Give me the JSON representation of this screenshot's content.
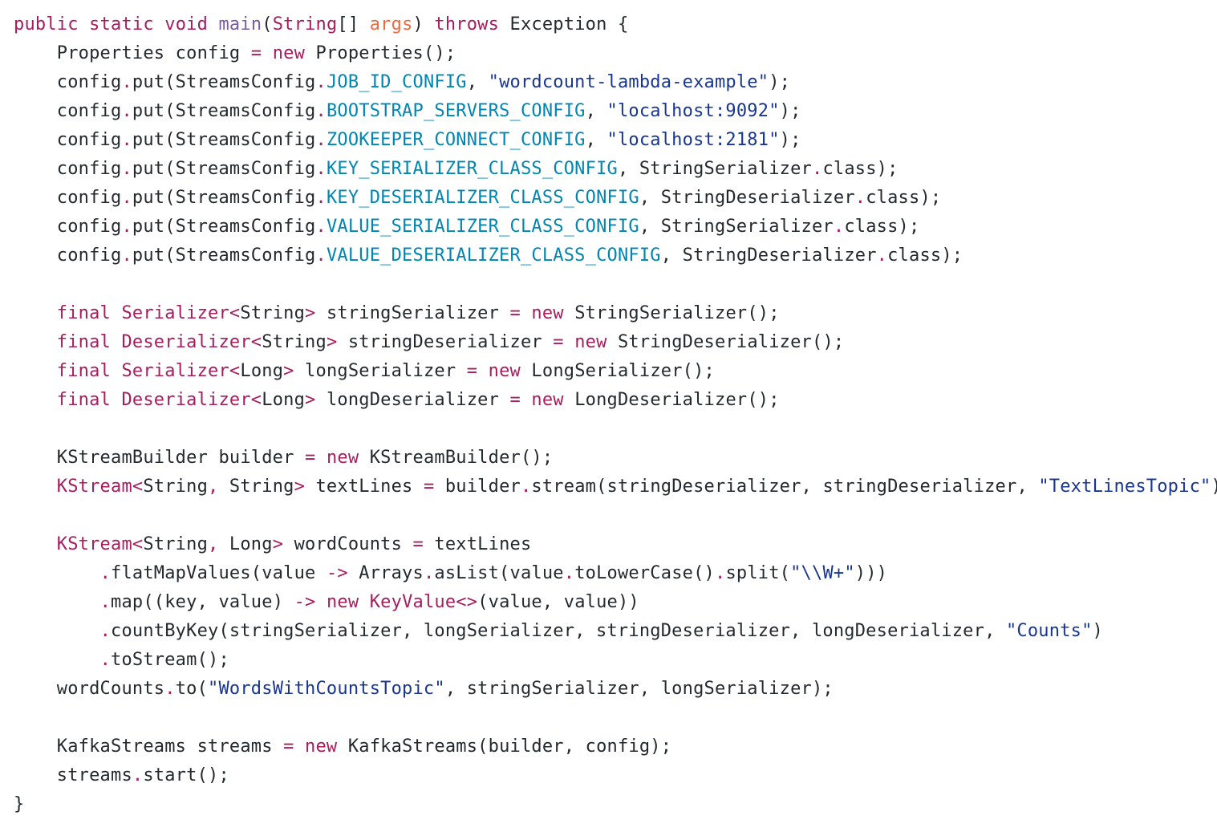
{
  "colors": {
    "background": "#ffffff",
    "text": "#24292e",
    "keyword": "#a71d5d",
    "entity": "#795da3",
    "variable": "#ed6a43",
    "constant": "#0086b3",
    "string": "#183691"
  },
  "code": {
    "language": "java",
    "lines": [
      [
        [
          "kw",
          "public"
        ],
        [
          "txt",
          " "
        ],
        [
          "kw",
          "static"
        ],
        [
          "txt",
          " "
        ],
        [
          "kw",
          "void"
        ],
        [
          "txt",
          " "
        ],
        [
          "ent",
          "main"
        ],
        [
          "txt",
          "("
        ],
        [
          "kw",
          "String"
        ],
        [
          "txt",
          "[] "
        ],
        [
          "var",
          "args"
        ],
        [
          "txt",
          ") "
        ],
        [
          "kw",
          "throws"
        ],
        [
          "txt",
          " Exception {"
        ]
      ],
      [
        [
          "txt",
          "    Properties config "
        ],
        [
          "op",
          "="
        ],
        [
          "txt",
          " "
        ],
        [
          "kw",
          "new"
        ],
        [
          "txt",
          " Properties();"
        ]
      ],
      [
        [
          "txt",
          "    config"
        ],
        [
          "op",
          "."
        ],
        [
          "txt",
          "put(StreamsConfig"
        ],
        [
          "op",
          "."
        ],
        [
          "cst",
          "JOB_ID_CONFIG"
        ],
        [
          "txt",
          ", "
        ],
        [
          "str",
          "\"wordcount-lambda-example\""
        ],
        [
          "txt",
          ");"
        ]
      ],
      [
        [
          "txt",
          "    config"
        ],
        [
          "op",
          "."
        ],
        [
          "txt",
          "put(StreamsConfig"
        ],
        [
          "op",
          "."
        ],
        [
          "cst",
          "BOOTSTRAP_SERVERS_CONFIG"
        ],
        [
          "txt",
          ", "
        ],
        [
          "str",
          "\"localhost:9092\""
        ],
        [
          "txt",
          ");"
        ]
      ],
      [
        [
          "txt",
          "    config"
        ],
        [
          "op",
          "."
        ],
        [
          "txt",
          "put(StreamsConfig"
        ],
        [
          "op",
          "."
        ],
        [
          "cst",
          "ZOOKEEPER_CONNECT_CONFIG"
        ],
        [
          "txt",
          ", "
        ],
        [
          "str",
          "\"localhost:2181\""
        ],
        [
          "txt",
          ");"
        ]
      ],
      [
        [
          "txt",
          "    config"
        ],
        [
          "op",
          "."
        ],
        [
          "txt",
          "put(StreamsConfig"
        ],
        [
          "op",
          "."
        ],
        [
          "cst",
          "KEY_SERIALIZER_CLASS_CONFIG"
        ],
        [
          "txt",
          ", StringSerializer"
        ],
        [
          "op",
          "."
        ],
        [
          "txt",
          "class);"
        ]
      ],
      [
        [
          "txt",
          "    config"
        ],
        [
          "op",
          "."
        ],
        [
          "txt",
          "put(StreamsConfig"
        ],
        [
          "op",
          "."
        ],
        [
          "cst",
          "KEY_DESERIALIZER_CLASS_CONFIG"
        ],
        [
          "txt",
          ", StringDeserializer"
        ],
        [
          "op",
          "."
        ],
        [
          "txt",
          "class);"
        ]
      ],
      [
        [
          "txt",
          "    config"
        ],
        [
          "op",
          "."
        ],
        [
          "txt",
          "put(StreamsConfig"
        ],
        [
          "op",
          "."
        ],
        [
          "cst",
          "VALUE_SERIALIZER_CLASS_CONFIG"
        ],
        [
          "txt",
          ", StringSerializer"
        ],
        [
          "op",
          "."
        ],
        [
          "txt",
          "class);"
        ]
      ],
      [
        [
          "txt",
          "    config"
        ],
        [
          "op",
          "."
        ],
        [
          "txt",
          "put(StreamsConfig"
        ],
        [
          "op",
          "."
        ],
        [
          "cst",
          "VALUE_DESERIALIZER_CLASS_CONFIG"
        ],
        [
          "txt",
          ", StringDeserializer"
        ],
        [
          "op",
          "."
        ],
        [
          "txt",
          "class);"
        ]
      ],
      [],
      [
        [
          "txt",
          "    "
        ],
        [
          "kw",
          "final"
        ],
        [
          "txt",
          " "
        ],
        [
          "kw",
          "Serializer<"
        ],
        [
          "txt",
          "String"
        ],
        [
          "kw",
          ">"
        ],
        [
          "txt",
          " stringSerializer "
        ],
        [
          "op",
          "="
        ],
        [
          "txt",
          " "
        ],
        [
          "kw",
          "new"
        ],
        [
          "txt",
          " StringSerializer();"
        ]
      ],
      [
        [
          "txt",
          "    "
        ],
        [
          "kw",
          "final"
        ],
        [
          "txt",
          " "
        ],
        [
          "kw",
          "Deserializer<"
        ],
        [
          "txt",
          "String"
        ],
        [
          "kw",
          ">"
        ],
        [
          "txt",
          " stringDeserializer "
        ],
        [
          "op",
          "="
        ],
        [
          "txt",
          " "
        ],
        [
          "kw",
          "new"
        ],
        [
          "txt",
          " StringDeserializer();"
        ]
      ],
      [
        [
          "txt",
          "    "
        ],
        [
          "kw",
          "final"
        ],
        [
          "txt",
          " "
        ],
        [
          "kw",
          "Serializer<"
        ],
        [
          "txt",
          "Long"
        ],
        [
          "kw",
          ">"
        ],
        [
          "txt",
          " longSerializer "
        ],
        [
          "op",
          "="
        ],
        [
          "txt",
          " "
        ],
        [
          "kw",
          "new"
        ],
        [
          "txt",
          " LongSerializer();"
        ]
      ],
      [
        [
          "txt",
          "    "
        ],
        [
          "kw",
          "final"
        ],
        [
          "txt",
          " "
        ],
        [
          "kw",
          "Deserializer<"
        ],
        [
          "txt",
          "Long"
        ],
        [
          "kw",
          ">"
        ],
        [
          "txt",
          " longDeserializer "
        ],
        [
          "op",
          "="
        ],
        [
          "txt",
          " "
        ],
        [
          "kw",
          "new"
        ],
        [
          "txt",
          " LongDeserializer();"
        ]
      ],
      [],
      [
        [
          "txt",
          "    KStreamBuilder builder "
        ],
        [
          "op",
          "="
        ],
        [
          "txt",
          " "
        ],
        [
          "kw",
          "new"
        ],
        [
          "txt",
          " KStreamBuilder();"
        ]
      ],
      [
        [
          "txt",
          "    "
        ],
        [
          "kw",
          "KStream<"
        ],
        [
          "txt",
          "String"
        ],
        [
          "kw",
          ","
        ],
        [
          "txt",
          " String"
        ],
        [
          "kw",
          ">"
        ],
        [
          "txt",
          " textLines "
        ],
        [
          "op",
          "="
        ],
        [
          "txt",
          " builder"
        ],
        [
          "op",
          "."
        ],
        [
          "txt",
          "stream(stringDeserializer, stringDeserializer, "
        ],
        [
          "str",
          "\"TextLinesTopic\""
        ],
        [
          "txt",
          ");"
        ]
      ],
      [],
      [
        [
          "txt",
          "    "
        ],
        [
          "kw",
          "KStream<"
        ],
        [
          "txt",
          "String"
        ],
        [
          "kw",
          ","
        ],
        [
          "txt",
          " Long"
        ],
        [
          "kw",
          ">"
        ],
        [
          "txt",
          " wordCounts "
        ],
        [
          "op",
          "="
        ],
        [
          "txt",
          " textLines"
        ]
      ],
      [
        [
          "txt",
          "        "
        ],
        [
          "op",
          "."
        ],
        [
          "txt",
          "flatMapValues(value "
        ],
        [
          "op",
          "->"
        ],
        [
          "txt",
          " Arrays"
        ],
        [
          "op",
          "."
        ],
        [
          "txt",
          "asList(value"
        ],
        [
          "op",
          "."
        ],
        [
          "txt",
          "toLowerCase()"
        ],
        [
          "op",
          "."
        ],
        [
          "txt",
          "split("
        ],
        [
          "str",
          "\"\\\\W+\""
        ],
        [
          "txt",
          ")))"
        ]
      ],
      [
        [
          "txt",
          "        "
        ],
        [
          "op",
          "."
        ],
        [
          "txt",
          "map((key, value) "
        ],
        [
          "op",
          "->"
        ],
        [
          "txt",
          " "
        ],
        [
          "kw",
          "new"
        ],
        [
          "txt",
          " "
        ],
        [
          "kw",
          "KeyValue<>"
        ],
        [
          "txt",
          "(value, value))"
        ]
      ],
      [
        [
          "txt",
          "        "
        ],
        [
          "op",
          "."
        ],
        [
          "txt",
          "countByKey(stringSerializer, longSerializer, stringDeserializer, longDeserializer, "
        ],
        [
          "str",
          "\"Counts\""
        ],
        [
          "txt",
          ")"
        ]
      ],
      [
        [
          "txt",
          "        "
        ],
        [
          "op",
          "."
        ],
        [
          "txt",
          "toStream();"
        ]
      ],
      [
        [
          "txt",
          "    wordCounts"
        ],
        [
          "op",
          "."
        ],
        [
          "txt",
          "to("
        ],
        [
          "str",
          "\"WordsWithCountsTopic\""
        ],
        [
          "txt",
          ", stringSerializer, longSerializer);"
        ]
      ],
      [],
      [
        [
          "txt",
          "    KafkaStreams streams "
        ],
        [
          "op",
          "="
        ],
        [
          "txt",
          " "
        ],
        [
          "kw",
          "new"
        ],
        [
          "txt",
          " KafkaStreams(builder, config);"
        ]
      ],
      [
        [
          "txt",
          "    streams"
        ],
        [
          "op",
          "."
        ],
        [
          "txt",
          "start();"
        ]
      ],
      [
        [
          "txt",
          "}"
        ]
      ]
    ]
  }
}
